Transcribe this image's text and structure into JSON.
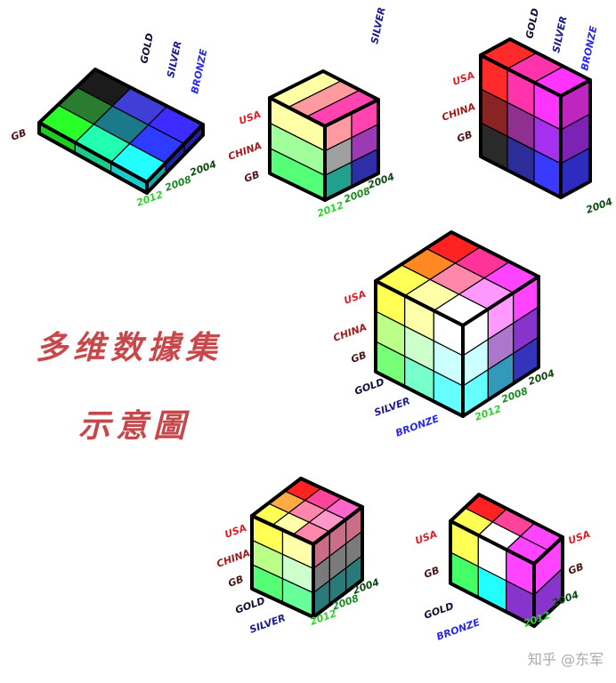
{
  "title": {
    "line1": "多维数據集",
    "line2": "示意圖"
  },
  "watermark": "知乎 @东军",
  "axes": {
    "medal": [
      "GOLD",
      "SILVER",
      "BRONZE"
    ],
    "country": [
      "USA",
      "CHINA",
      "GB"
    ],
    "year": [
      "2004",
      "2008",
      "2012"
    ]
  },
  "axis_colors": {
    "GOLD": "#111133",
    "SILVER": "#1a1a8a",
    "BRONZE": "#2a2aee",
    "USA": "#dd1f2a",
    "CHINA": "#a01c1c",
    "GB": "#4a1515",
    "2004": "#0f4a12",
    "2008": "#1c8a22",
    "2012": "#2ed12c"
  },
  "top_left_colors": [
    [
      "#1b1b1b",
      "#3f3fd8",
      "#3c2cff"
    ],
    [
      "#2a7d2f",
      "#1b7a8a",
      "#2d3cff"
    ],
    [
      "#29ff29",
      "#22ffb0",
      "#23ffff"
    ]
  ],
  "top_middle_front_colors": [
    [
      "#ffffa6",
      "#ff9aa0",
      "#ff44b0"
    ],
    [
      "#a0ff9a",
      "#9f9f9f",
      "#9c39b3"
    ],
    [
      "#55ff78",
      "#22a08e",
      "#2e2ea8"
    ]
  ],
  "top_right_front_colors": [
    [
      "#ff2a2a",
      "#ff33aa",
      "#ff33ff"
    ],
    [
      "#8a2424",
      "#8f2f8f",
      "#a62ff0"
    ],
    [
      "#2a2a2a",
      "#2d2d9a",
      "#3a3aff"
    ]
  ],
  "big_cube_front_colors": [
    [
      "#ffff55",
      "#ffffaa",
      "#ffffff"
    ],
    [
      "#bbff88",
      "#ccffcc",
      "#ccffff"
    ],
    [
      "#77ff77",
      "#77ffcc",
      "#66ffff"
    ]
  ],
  "big_cube_top_colors": [
    [
      "#ff2222",
      "#ff3399",
      "#ff44ff"
    ],
    [
      "#ff8822",
      "#ff88aa",
      "#ff99ff"
    ],
    [
      "#ffff55",
      "#ffffaa",
      "#ffffff"
    ]
  ],
  "big_cube_side_colors": [
    [
      "#ffffff",
      "#ff99ff",
      "#ff44ff"
    ],
    [
      "#ccffff",
      "#aa77cc",
      "#8833cc"
    ],
    [
      "#66ffff",
      "#3399bb",
      "#3333bb"
    ]
  ],
  "small_left_front_colors": [
    [
      "#ffff55",
      "#ffffaa",
      "#ff88aa"
    ],
    [
      "#bbff88",
      "#ccffcc",
      "#999999"
    ],
    [
      "#55ff77",
      "#66ff99",
      "#339999"
    ]
  ],
  "small_right_front_colors": [
    [
      "#ffff55",
      "#ffffff",
      "#ff44ff"
    ],
    [
      "#44ff66",
      "#22ffff",
      "#8833cc"
    ]
  ]
}
